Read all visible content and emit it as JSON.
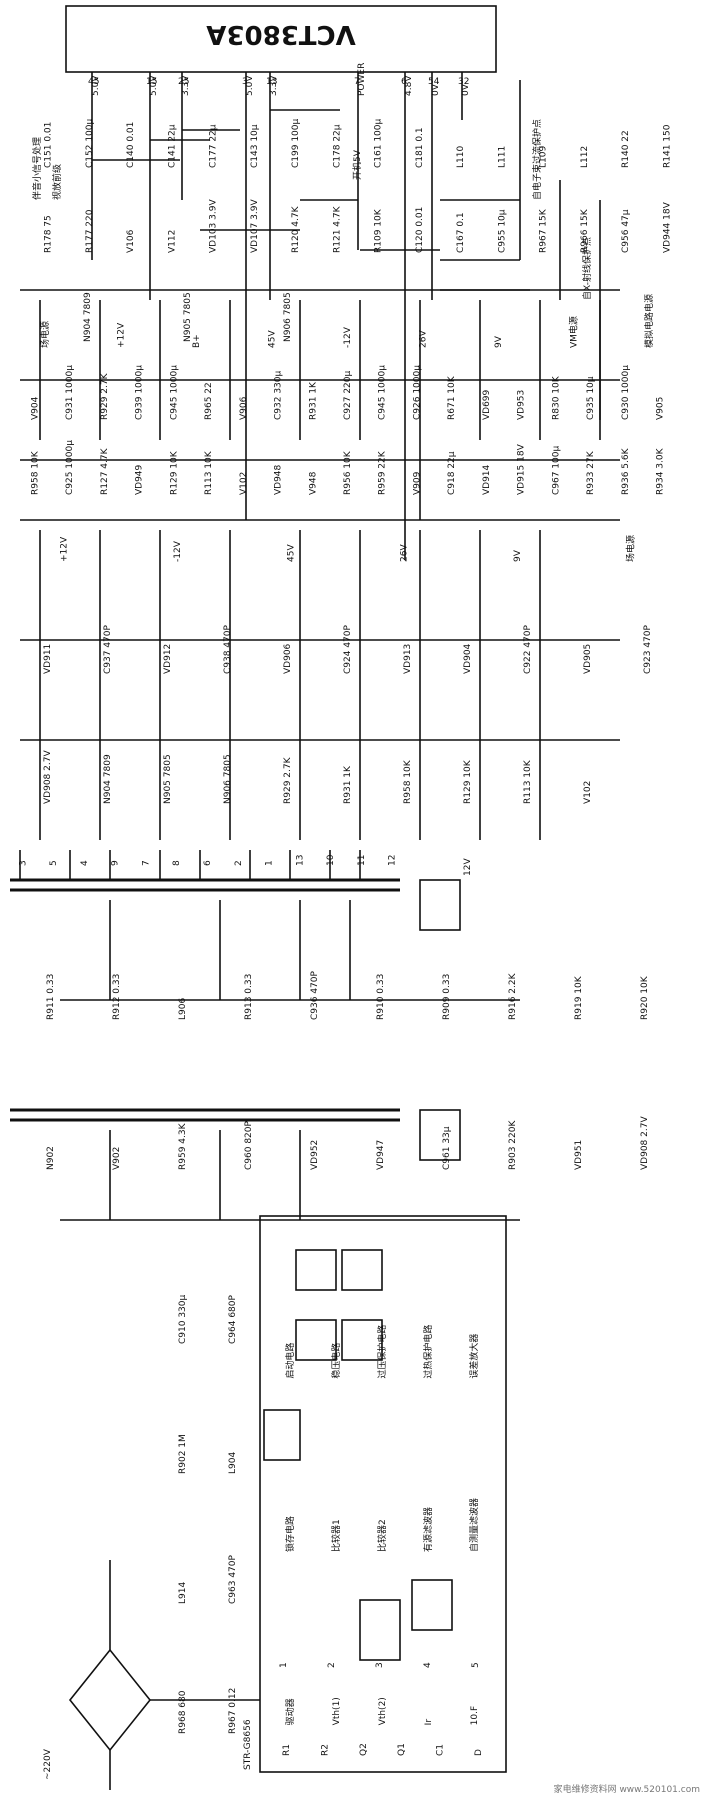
{
  "ic_main": {
    "name": "VCT3803A",
    "pins": [
      {
        "num": "45",
        "label": "5.0V"
      },
      {
        "num": "15",
        "label": "5.0V"
      },
      {
        "num": "25",
        "label": "3.3V"
      },
      {
        "num": "3",
        "label": "5.0V"
      },
      {
        "num": "13",
        "label": "3.3V"
      },
      {
        "num": "7",
        "label": "POWER"
      },
      {
        "num": "6",
        "label": "4.8V"
      },
      {
        "num": "54",
        "label": "0V"
      },
      {
        "num": "32",
        "label": "0V"
      }
    ],
    "extra_labels": [
      "开机5V",
      "伴音小信号处理",
      "视放前级",
      "自电子束过流保护点",
      "自X-射线保护点"
    ]
  },
  "top_components": [
    "C151 0.01",
    "C152 100μ",
    "C140 0.01",
    "C141 22μ",
    "C177 22μ",
    "C143 10μ",
    "C199 100μ",
    "C178 22μ",
    "C161 100μ",
    "C181 0.1",
    "L110",
    "L111",
    "L109",
    "L112",
    "R140 22",
    "R141 150",
    "R178 75",
    "R177 220",
    "V106",
    "V112",
    "VD103 3.9V",
    "VD107 3.9V",
    "R120 4.7K",
    "R121 4.7K",
    "R109 10K",
    "C120 0.01",
    "C167 0.1",
    "C955 10μ",
    "R967 15K",
    "R966 15K",
    "C956 47μ",
    "VD944 18V"
  ],
  "upper_block": {
    "regulators": [
      "N904 7809",
      "N905 7805",
      "N906 7805"
    ],
    "labels": [
      "场电源",
      "+12V",
      "B+",
      "45V",
      "-12V",
      "26V",
      "9V",
      "VM电源",
      "模拟电路电源"
    ],
    "components": [
      "V904",
      "C931 1000μ",
      "R929 2.7K",
      "C939 1000μ",
      "C945 1000μ",
      "R965 22",
      "V906",
      "C932 330μ",
      "R931 1K",
      "C927 220μ",
      "C945 1000μ",
      "C926 1000μ",
      "R671 10K",
      "VD699",
      "VD953",
      "R830 10K",
      "C935 10μ",
      "C930 1000μ",
      "V905",
      "R958 10K",
      "C925 1000μ",
      "R127 4.7K",
      "VD949",
      "R129 10K",
      "R113 10K",
      "V102",
      "VD948",
      "V948",
      "R956 10K",
      "R959 22K",
      "V909",
      "C918 22μ",
      "VD914",
      "VD915 18V",
      "C967 100μ",
      "R933 27K",
      "R936 5.6K",
      "R934 3.0K"
    ]
  },
  "middle_block": {
    "labels": [
      "+12V",
      "-12V",
      "45V",
      "26V",
      "9V",
      "场电源"
    ],
    "components": [
      "VD911",
      "C937 470P",
      "VD912",
      "C938 470P",
      "VD906",
      "C924 470P",
      "VD913",
      "VD904",
      "C922 470P",
      "VD905",
      "C923 470P",
      "VD908 2.7V",
      "N904 7809",
      "N905 7805",
      "N906 7805",
      "R929 2.7K",
      "R931 1K",
      "R958 10K",
      "R129 10K",
      "R113 10K",
      "V102"
    ]
  },
  "transformer_block": {
    "pins": [
      "3",
      "5",
      "4",
      "9",
      "7",
      "8",
      "6",
      "2",
      "1",
      "13",
      "10",
      "11",
      "12"
    ],
    "components": [
      "R911 0.33",
      "R912 0.33",
      "L906",
      "R913 0.33",
      "C936 470P",
      "R910 0.33",
      "R909 0.33",
      "R916 2.2K",
      "R919 10K",
      "R920 10K",
      "N902",
      "V902",
      "R959 4.3K",
      "C960 820P",
      "VD952",
      "VD947",
      "C961 33μ",
      "R903 220K",
      "VD951",
      "VD908 2.7V"
    ],
    "labels": [
      "12V"
    ]
  },
  "power_ic": {
    "name": "STR-G8656",
    "blocks": [
      "启动电路",
      "稳压电路",
      "过压保护电路",
      "过热保护电路",
      "误差放大器",
      "锁存电路",
      "比较器1",
      "比较器2",
      "有源滤波器",
      "自测量滤波器",
      "驱动器",
      "Vth(1)",
      "Vth(2)",
      "Ir",
      "10.F"
    ],
    "pins": [
      "1",
      "2",
      "3",
      "4",
      "5"
    ],
    "components": [
      "R1",
      "R2",
      "Q2",
      "Q1",
      "C1",
      "D"
    ]
  },
  "input_block": {
    "labels": [
      "~220V"
    ],
    "components": [
      "C910 330μ",
      "C964 680P",
      "R902 1M",
      "L904",
      "L914",
      "C963 470P",
      "R968 680",
      "R967 0.12"
    ]
  },
  "watermark": "家电维修资料网 www.520101.com"
}
